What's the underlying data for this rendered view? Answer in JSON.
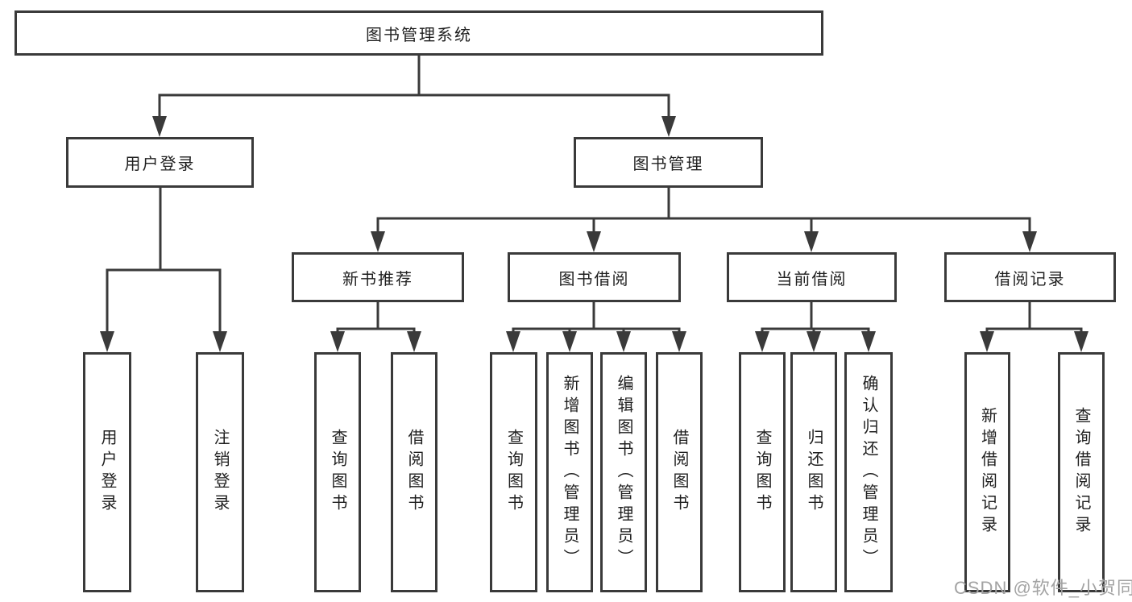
{
  "diagram": {
    "title": "图书管理系统",
    "level2": {
      "user_login": "用户登录",
      "book_management": "图书管理"
    },
    "level3": {
      "new_book_recommend": "新书推荐",
      "book_borrowing": "图书借阅",
      "current_borrowing": "当前借阅",
      "borrowing_records": "借阅记录"
    },
    "leaves": {
      "user_login": [
        "用户登录",
        "注销登录"
      ],
      "new_book_recommend": [
        "查询图书",
        "借阅图书"
      ],
      "book_borrowing": [
        "查询图书",
        "新增图书（管理员）",
        "编辑图书（管理员）",
        "借阅图书"
      ],
      "current_borrowing": [
        "查询图书",
        "归还图书",
        "确认归还（管理员）"
      ],
      "borrowing_records": [
        "新增借阅记录",
        "查询借阅记录"
      ]
    },
    "watermark": "CSDN @软件_小贺同学",
    "colors": {
      "line": "#3a3a3a",
      "text": "#1f1f1f",
      "watermark": "#a3a3a3",
      "background": "#ffffff"
    }
  }
}
